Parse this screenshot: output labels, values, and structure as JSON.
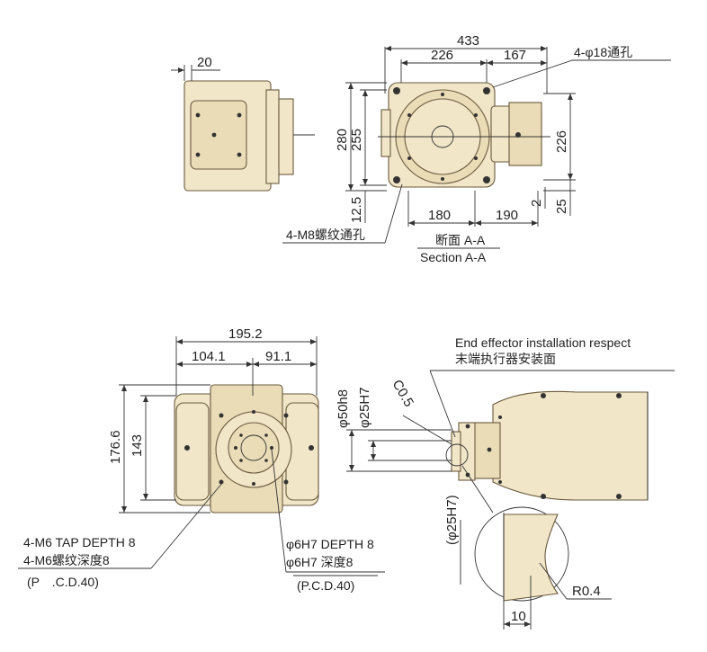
{
  "colors": {
    "body_fill": "#f1e6c8",
    "body_fill_dark": "#e9dcb7",
    "outline": "#6b5a3e",
    "line": "#333333"
  },
  "top_view": {
    "dims": {
      "flange_offset": "20",
      "overall_width": "433",
      "left_width": "226",
      "right_width": "167",
      "height_280": "280",
      "height_255": "255",
      "right_226": "226",
      "bottom_12_5": "12.5",
      "bottom_180": "180",
      "bottom_190": "190",
      "bottom_2": "2",
      "bottom_25": "25"
    },
    "labels": {
      "thru_hole": "4-φ18通孔",
      "m8_thread": "4-M8螺纹通孔",
      "section_cn": "断面 A-A",
      "section_en": "Section A-A"
    }
  },
  "bottom_view": {
    "dims": {
      "width_195_2": "195.2",
      "width_104_1": "104.1",
      "width_91_1": "91.1",
      "height_176_6": "176.6",
      "height_143": "143"
    },
    "labels": {
      "tap_en": "4-M6 TAP DEPTH 8",
      "tap_cn": "4-M6螺纹深度8",
      "tap_pcd": "(P　.C.D.40)",
      "pin_en": "φ6H7 DEPTH 8",
      "pin_cn": "φ6H7 深度8",
      "pin_pcd": "(P.C.D.40)"
    }
  },
  "side_view": {
    "dims": {
      "d50h8": "φ50h8",
      "d25h7": "φ25H7",
      "c05": "C0.5",
      "d25h7_detail": "(φ25H7)",
      "r04": "R0.4",
      "ten": "10"
    },
    "labels": {
      "ee_en": "End effector installation respect",
      "ee_cn": "末端执行器安装面"
    }
  }
}
